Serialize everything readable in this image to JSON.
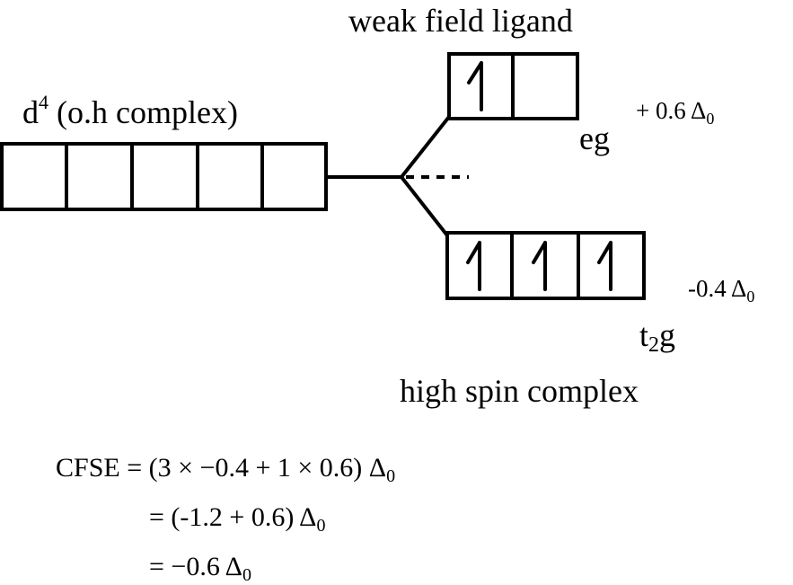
{
  "title_weak": "weak field ligand",
  "d_label": {
    "main": "d",
    "sup": "4",
    "rest": " (o.h complex)"
  },
  "eg": {
    "label": "eg",
    "energy": "+ 0.6 Δ",
    "energy_sub": "0",
    "electrons": 1,
    "orbitals": 2
  },
  "t2g": {
    "t": "t",
    "sub": "2",
    "g": "g",
    "energy": "-0.4 Δ",
    "energy_sub": "0",
    "electrons": 3,
    "orbitals": 3
  },
  "spin_label": "high spin complex",
  "cfse": {
    "line1": "CFSE = (3 × −0.4 + 1 × 0.6) Δ",
    "line2": "= (-1.2 + 0.6) Δ",
    "line3": "= −0.6 Δ",
    "sub": "0"
  }
}
